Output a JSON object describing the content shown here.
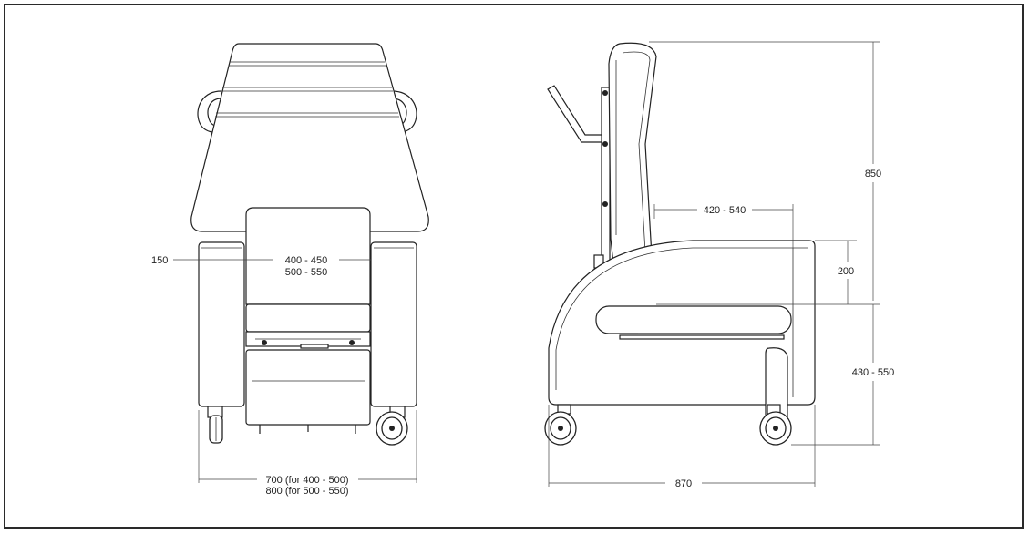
{
  "dimensions": {
    "armrest_width": "150",
    "seat_width_1": "400 - 450",
    "seat_width_2": "500 - 550",
    "overall_width_1": "700 (for 400 - 500)",
    "overall_width_2": "800 (for 500 - 550)",
    "seat_depth": "420 - 540",
    "armrest_height": "200",
    "backrest_height": "850",
    "seat_height": "430 - 550",
    "overall_depth": "870"
  },
  "colors": {
    "line": "#222222",
    "frame": "#2a2a2a",
    "background": "#ffffff"
  }
}
